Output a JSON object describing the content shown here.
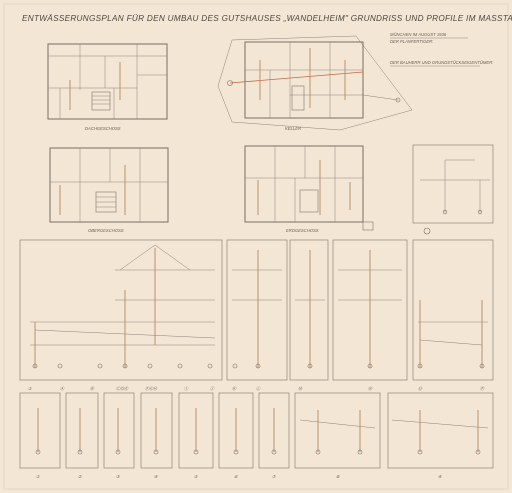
{
  "title": "ENTWÄSSERUNGSPLAN FÜR DEN UMBAU DES GUTSHAUSES „WANDELHEIM\" GRUNDRISS UND PROFILE IM MASSTAB 1:100",
  "note_place_date": "MÜNCHEN IM AUGUST 1936",
  "note_planfertiger": "DER PLANFERTIGER:",
  "note_bauherr": "DER BAUHERR UND GRUNDSTÜCKSEIGENTÜMER:",
  "plans": {
    "dachgeschoss": "DACHGESCHOSS",
    "keller": "KELLER",
    "obergeschoss": "OBERGESCHOSS",
    "erdgeschoss": "ERDGESCHOSS"
  },
  "profile_labels_row1": [
    "①",
    "Ⓐ",
    "Ⓑ",
    "ⒸⒹⒺ",
    "ⒻⒼⒽ",
    "Ⓘ",
    "Ⓙ",
    "Ⓚ",
    "Ⓛ",
    "Ⓜ",
    "Ⓝ",
    "Ⓞ",
    "Ⓟ"
  ],
  "profile_labels_row2": [
    "①",
    "②",
    "③",
    "④",
    "⑤",
    "⑥",
    "⑦",
    "⑧",
    "⑨"
  ]
}
